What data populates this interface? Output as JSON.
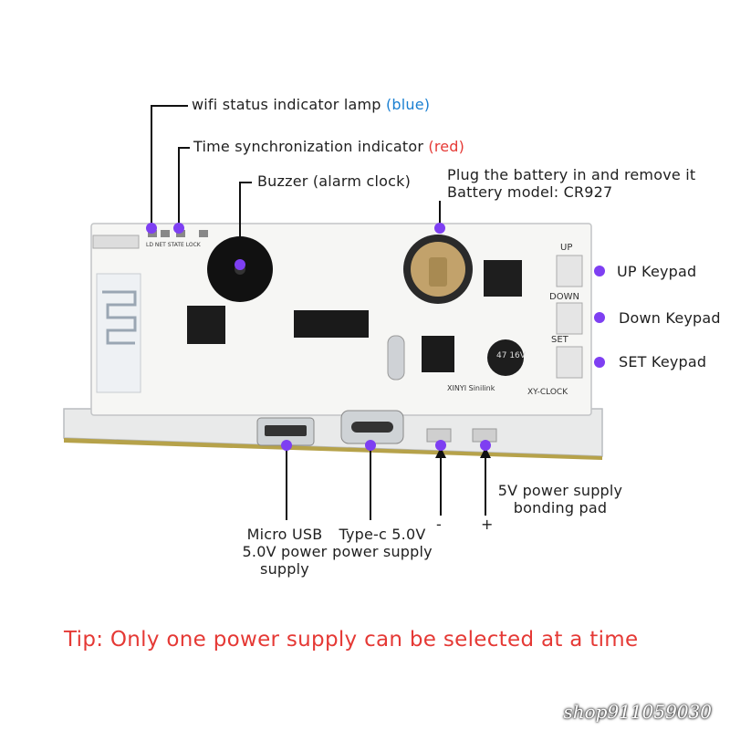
{
  "labels": {
    "wifi_prefix": "wifi status indicator lamp",
    "wifi_color": "(blue)",
    "sync_prefix": "Time synchronization indicator",
    "sync_color": "(red)",
    "buzzer": "Buzzer (alarm clock)",
    "battery_line1": "Plug the battery in and remove it",
    "battery_line2": "Battery model: CR927",
    "up_keypad": "UP Keypad",
    "down_keypad": "Down Keypad",
    "set_keypad": "SET Keypad",
    "micro_usb": "Micro USB 5.0V power supply",
    "type_c": "Type-c 5.0V power supply",
    "pad_5v": "5V power supply bonding pad",
    "minus": "-",
    "plus": "+"
  },
  "board_text": {
    "silk_up": "UP",
    "silk_down": "DOWN",
    "silk_set": "SET",
    "silk_xy": "XY-CLOCK",
    "silk_xinyi": "XINYI Sinilink",
    "silk_leds": "LD NET STATE LOCK",
    "cap_text": "47 16V"
  },
  "tip": "Tip: Only one power supply can be selected at a time",
  "watermark": "shop911059030",
  "colors": {
    "marker": "#7e3ff2",
    "blue_text": "#1a7fd1",
    "red_text": "#e53935",
    "pcb": "#f4f4f2"
  }
}
